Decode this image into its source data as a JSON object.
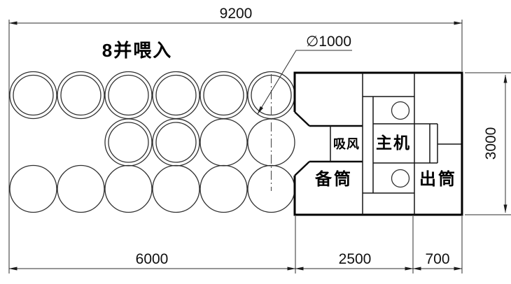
{
  "drawing": {
    "type": "machine-floor-layout-plan",
    "background_color": "#ffffff",
    "line_color": "#000000",
    "text_color": "#101010"
  },
  "dimensions": {
    "overall_width": "9200",
    "feed_section_width": "6000",
    "machine_section_width": "2500",
    "outlet_section_width": "700",
    "machine_depth": "3000",
    "can_diameter": "∅1000"
  },
  "labels": {
    "feed_note": "8并喂入",
    "suction": "吸风",
    "main_unit": "主机",
    "reserve_can": "备筒",
    "outlet_can": "出筒"
  },
  "cans": {
    "top_row_count": 6,
    "middle_row_count": 4,
    "bottom_row_count": 6,
    "top_row_style": "double-ring",
    "bottom_row_style": "single-ring"
  }
}
